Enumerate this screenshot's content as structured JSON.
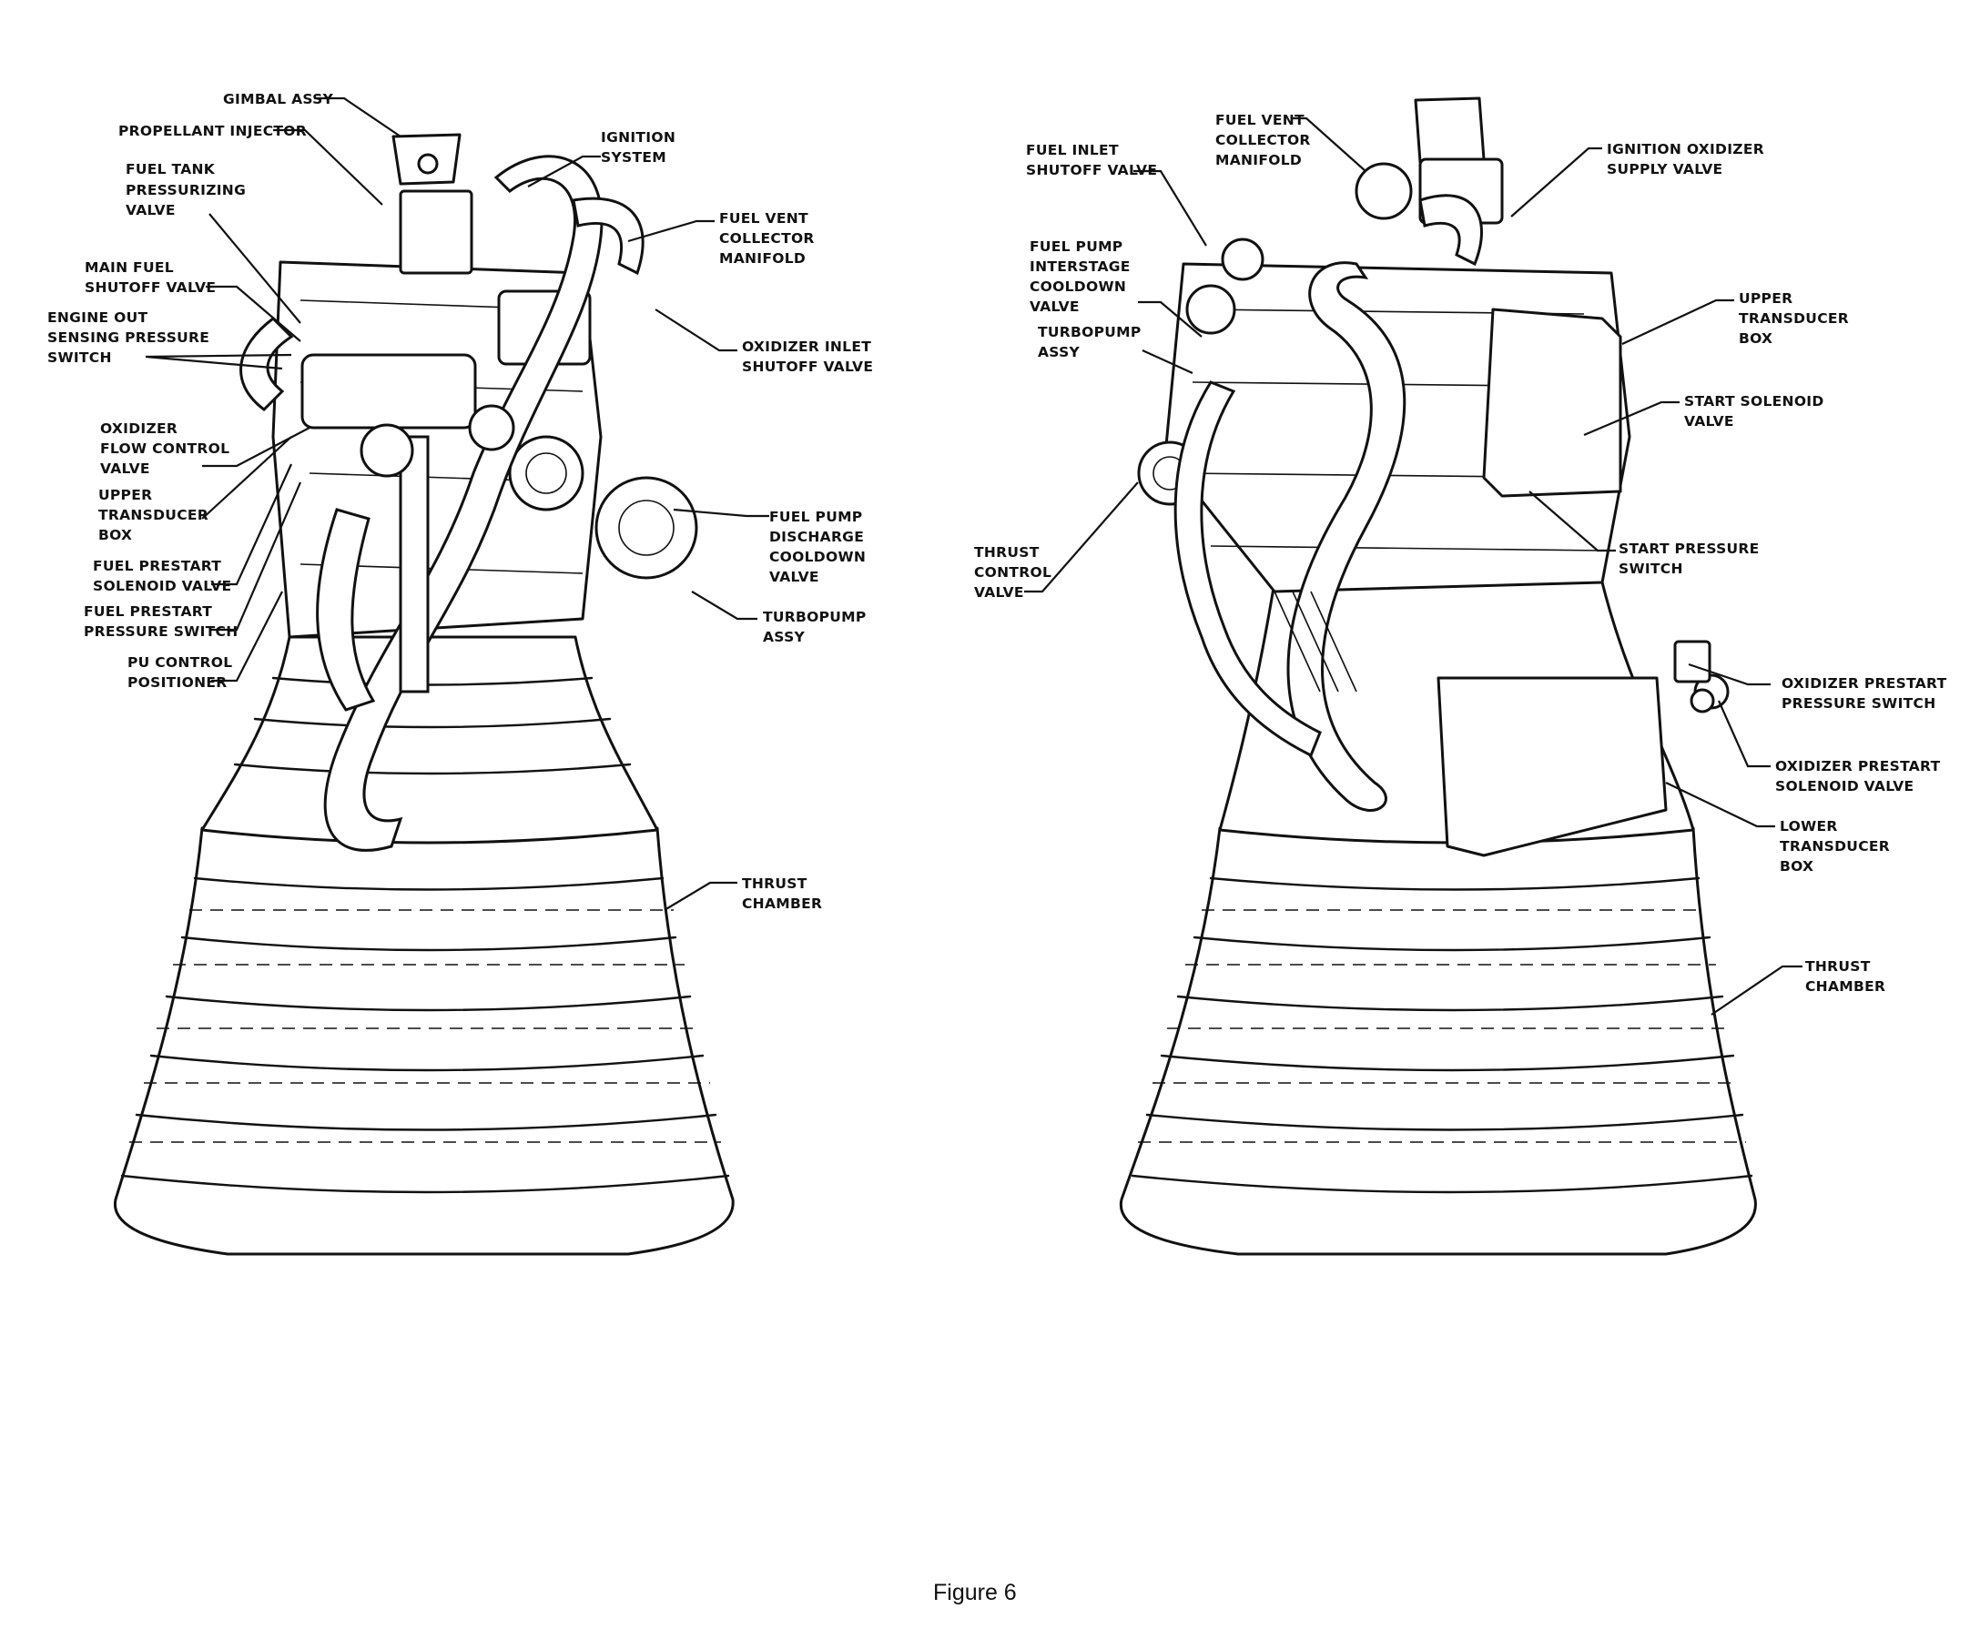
{
  "figure": {
    "caption": "Figure 6"
  },
  "left_view": {
    "labels": [
      [
        "GIMBAL ASSY"
      ],
      [
        "PROPELLANT INJECTOR"
      ],
      [
        "FUEL TANK",
        "PRESSURIZING",
        "VALVE"
      ],
      [
        "MAIN FUEL",
        "SHUTOFF VALVE"
      ],
      [
        "ENGINE OUT",
        "SENSING PRESSURE",
        "SWITCH"
      ],
      [
        "OXIDIZER",
        "FLOW CONTROL",
        "VALVE"
      ],
      [
        "UPPER",
        "TRANSDUCER",
        "BOX"
      ],
      [
        "FUEL PRESTART",
        "SOLENOID VALVE"
      ],
      [
        "FUEL PRESTART",
        "PRESSURE SWITCH"
      ],
      [
        "PU CONTROL",
        "POSITIONER"
      ],
      [
        "IGNITION",
        "SYSTEM"
      ],
      [
        "FUEL VENT",
        "COLLECTOR",
        "MANIFOLD"
      ],
      [
        "OXIDIZER INLET",
        "SHUTOFF VALVE"
      ],
      [
        "FUEL PUMP",
        "DISCHARGE",
        "COOLDOWN",
        "VALVE"
      ],
      [
        "TURBOPUMP",
        "ASSY"
      ],
      [
        "THRUST",
        "CHAMBER"
      ]
    ]
  },
  "right_view": {
    "labels": [
      [
        "FUEL VENT",
        "COLLECTOR",
        "MANIFOLD"
      ],
      [
        "FUEL INLET",
        "SHUTOFF VALVE"
      ],
      [
        "FUEL PUMP",
        "INTERSTAGE",
        "COOLDOWN",
        "VALVE"
      ],
      [
        "TURBOPUMP",
        "ASSY"
      ],
      [
        "THRUST",
        "CONTROL",
        "VALVE"
      ],
      [
        "IGNITION OXIDIZER",
        "SUPPLY VALVE"
      ],
      [
        "UPPER",
        "TRANSDUCER",
        "BOX"
      ],
      [
        "START SOLENOID",
        "VALVE"
      ],
      [
        "START PRESSURE",
        "SWITCH"
      ],
      [
        "OXIDIZER PRESTART",
        "PRESSURE SWITCH"
      ],
      [
        "OXIDIZER PRESTART",
        "SOLENOID VALVE"
      ],
      [
        "LOWER",
        "TRANSDUCER",
        "BOX"
      ],
      [
        "THRUST",
        "CHAMBER"
      ]
    ]
  }
}
